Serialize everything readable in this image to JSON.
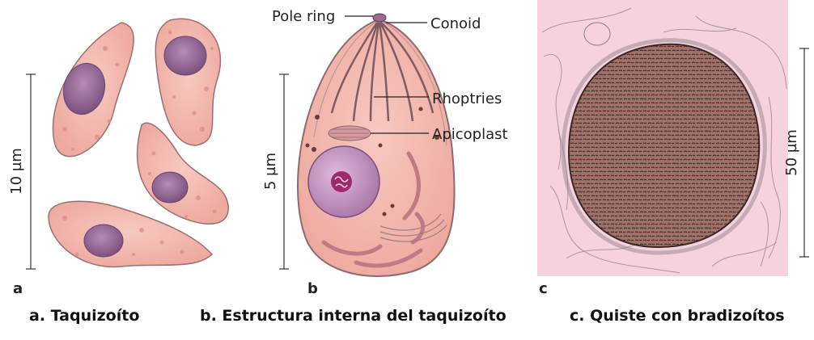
{
  "panels": [
    {
      "letter": "a",
      "scale": "10 µm",
      "caption": "a. Taquizoíto"
    },
    {
      "letter": "b",
      "scale": "5 µm",
      "caption": "b. Estructura interna del taquizoíto",
      "labels": {
        "pole_ring": "Pole ring",
        "conoid": "Conoid",
        "rhoptries": "Rhoptries",
        "apicoplast": "Apicoplast"
      }
    },
    {
      "letter": "c",
      "scale": "50 µm",
      "caption": "c. Quiste con bradizoítos"
    }
  ],
  "colors": {
    "cell_fill": "#f2b6ae",
    "cell_stroke": "#9a6f72",
    "nucleus": "#8a5e8f",
    "tissue_bg": "#f6d2de",
    "cyst_fill": "#9b6a63",
    "line": "#222222"
  }
}
